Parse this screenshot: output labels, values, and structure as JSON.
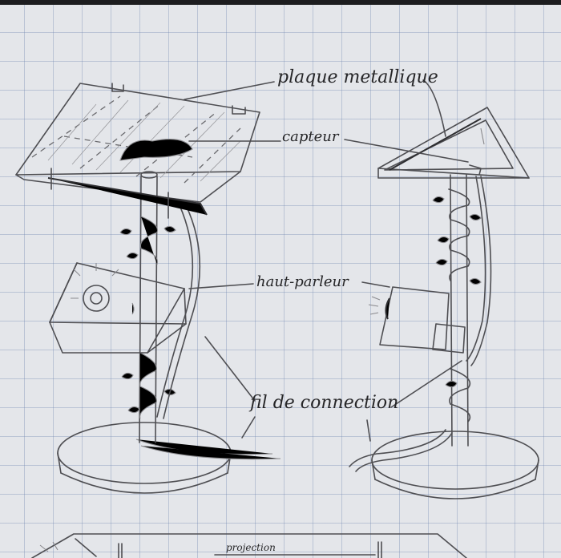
{
  "labels": {
    "plaque": "plaque metallique",
    "capteur": "capteur",
    "haut_parleur": "haut-parleur",
    "fil": "fil de connection",
    "projection": "projection"
  },
  "colors": {
    "paper": "#e4e6ea",
    "grid": "#6e82af",
    "pencil": "#4e4e52"
  }
}
